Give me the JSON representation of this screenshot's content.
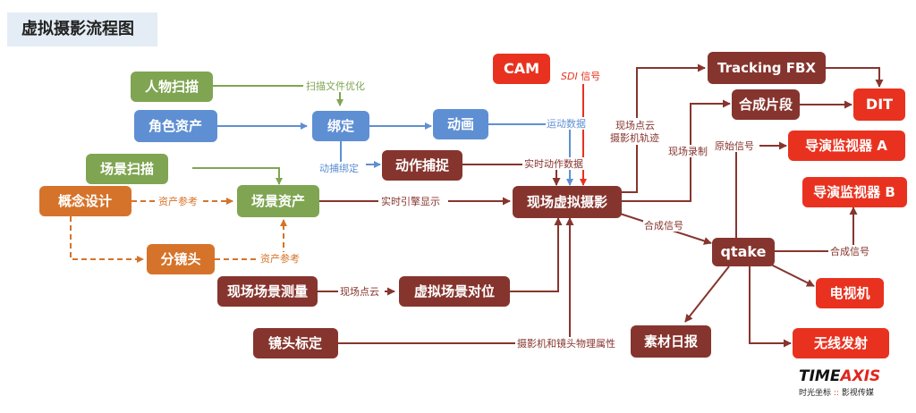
{
  "title": "虚拟摄影流程图",
  "colors": {
    "green": "#7fa552",
    "blue": "#5f8fd3",
    "orange": "#d6732a",
    "maroon": "#86352e",
    "red": "#e8321f",
    "title_bg": "#e4edf5"
  },
  "nodes": {
    "people_scan": "人物扫描",
    "character_asset": "角色资产",
    "binding": "绑定",
    "animation": "动画",
    "scene_scan": "场景扫描",
    "concept_design": "概念设计",
    "scene_asset": "场景资产",
    "storyboard": "分镜头",
    "mocap": "动作捕捉",
    "cam": "CAM",
    "onsite_virtual": "现场虚拟摄影",
    "onsite_survey": "现场场景测量",
    "virtual_align": "虚拟场景对位",
    "lens_calib": "镜头标定",
    "tracking_fbx": "Tracking FBX",
    "composite_clip": "合成片段",
    "dit": "DIT",
    "director_a": "导演监视器 A",
    "director_b": "导演监视器 B",
    "qtake": "qtake",
    "tv": "电视机",
    "wireless": "无线发射",
    "daily_report": "素材日报"
  },
  "labels": {
    "scan_opt": "扫描文件优化",
    "mocap_bind": "动捕绑定",
    "motion_data": "运动数据",
    "realtime_motion": "实时动作数据",
    "sdi_prefix": "SDI",
    "sdi_suffix": " 信号",
    "asset_ref_1": "资产参考",
    "asset_ref_2": "资产参考",
    "realtime_engine": "实时引擎显示",
    "onsite_pc": "现场点云",
    "onsite_pc_track_1": "现场点云",
    "onsite_pc_track_2": "摄影机轨迹",
    "onsite_record": "现场录制",
    "orig_signal": "原始信号",
    "comp_signal_1": "合成信号",
    "comp_signal_2": "合成信号",
    "cam_lens_props": "摄影机和镜头物理属性"
  },
  "logo": {
    "text_a": "TIME",
    "text_b": "AXIS",
    "sub_a": "时光坐标",
    "sub_sep": "::",
    "sub_b": "影视传媒"
  }
}
